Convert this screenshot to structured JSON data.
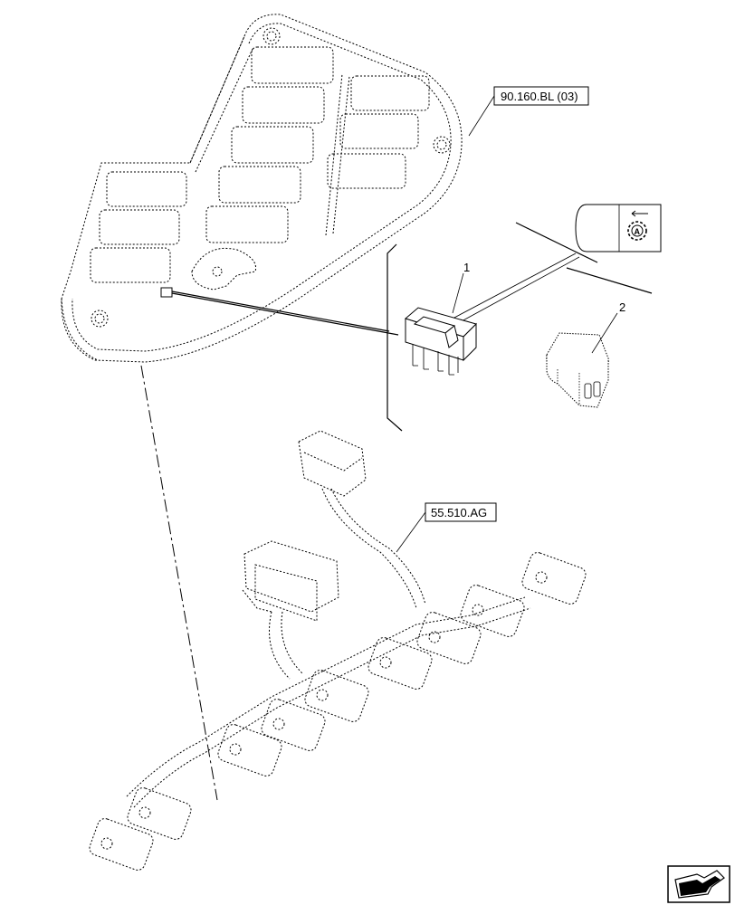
{
  "refs": {
    "panel_ref": "90.160.BL (03)",
    "harness_ref": "55.510.AG"
  },
  "callouts": {
    "switch": "1",
    "blank_plug": "2"
  },
  "symbol": {
    "icon": "gear-with-A-arrow-icon"
  },
  "corner_icon": "next-page-arrow-icon"
}
